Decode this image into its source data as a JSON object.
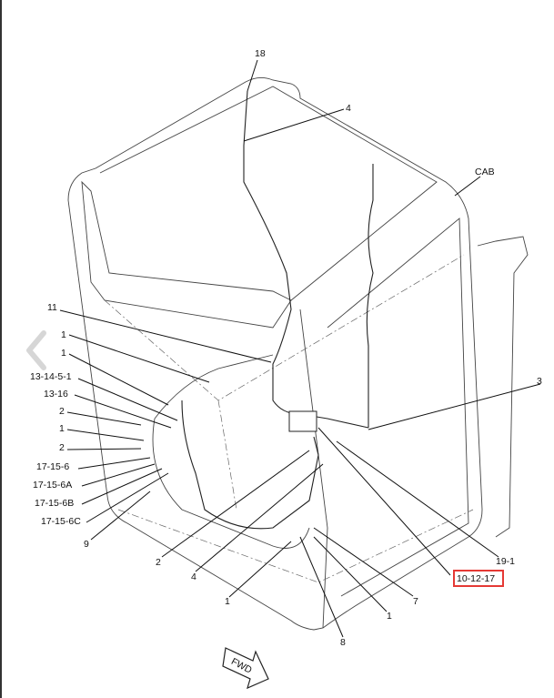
{
  "diagram": {
    "title_label": "CAB",
    "direction_label": "FWD",
    "highlight_color": "#e53935",
    "callouts": [
      {
        "text": "18"
      },
      {
        "text": "4"
      },
      {
        "text": "CAB"
      },
      {
        "text": "11"
      },
      {
        "text": "1"
      },
      {
        "text": "1"
      },
      {
        "text": "13-14-5-1"
      },
      {
        "text": "13-16"
      },
      {
        "text": "2"
      },
      {
        "text": "1"
      },
      {
        "text": "2"
      },
      {
        "text": "17-15-6"
      },
      {
        "text": "17-15-6A"
      },
      {
        "text": "17-15-6B"
      },
      {
        "text": "17-15-6C"
      },
      {
        "text": "9"
      },
      {
        "text": "3"
      },
      {
        "text": "2"
      },
      {
        "text": "4"
      },
      {
        "text": "19-1"
      },
      {
        "text": "10-12-17",
        "highlighted": true
      },
      {
        "text": "1"
      },
      {
        "text": "7"
      },
      {
        "text": "1"
      },
      {
        "text": "8"
      }
    ]
  },
  "nav": {
    "prev_icon": "chevron-left-icon"
  }
}
